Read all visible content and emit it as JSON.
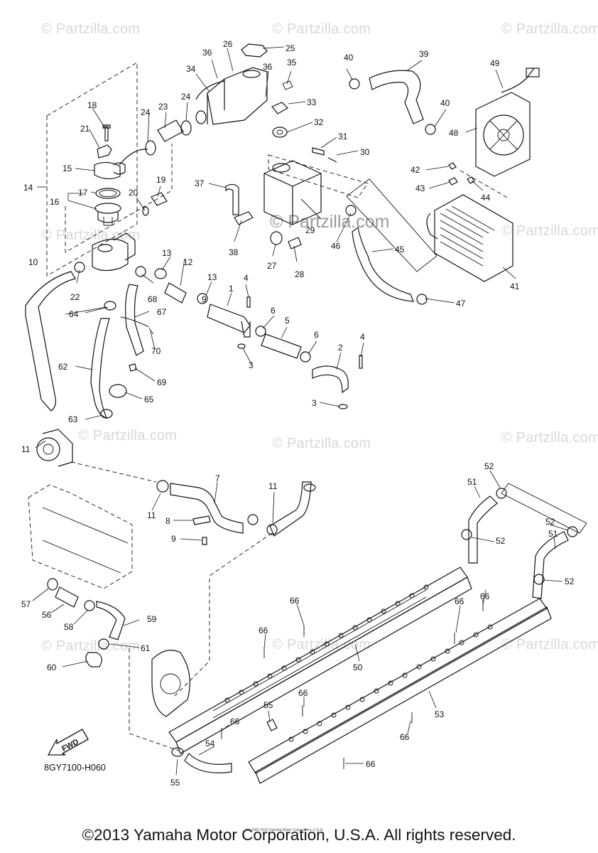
{
  "watermark": "© Partzilla.com",
  "watermark_center": "© Partzilla.com",
  "diagram_code": "8GY7100-H060",
  "fwd_label": "FWD",
  "small_copyright": "(c) 2005-2016 Yamaha Motor Corporation, U.S.A.",
  "footer_copyright": "©2013 Yamaha Motor Corporation, U.S.A. All rights reserved.",
  "callouts": [
    {
      "id": "c1",
      "label": "1"
    },
    {
      "id": "c2",
      "label": "2"
    },
    {
      "id": "c3a",
      "label": "3"
    },
    {
      "id": "c3b",
      "label": "3"
    },
    {
      "id": "c4a",
      "label": "4"
    },
    {
      "id": "c4b",
      "label": "4"
    },
    {
      "id": "c5",
      "label": "5"
    },
    {
      "id": "c6a",
      "label": "6"
    },
    {
      "id": "c6b",
      "label": "6"
    },
    {
      "id": "c7",
      "label": "7"
    },
    {
      "id": "c8",
      "label": "8"
    },
    {
      "id": "c9a",
      "label": "9"
    },
    {
      "id": "c9b",
      "label": "9"
    },
    {
      "id": "c10",
      "label": "10"
    },
    {
      "id": "c11a",
      "label": "11"
    },
    {
      "id": "c11b",
      "label": "11"
    },
    {
      "id": "c11c",
      "label": "11"
    },
    {
      "id": "c12",
      "label": "12"
    },
    {
      "id": "c13a",
      "label": "13"
    },
    {
      "id": "c13b",
      "label": "13"
    },
    {
      "id": "c14",
      "label": "14"
    },
    {
      "id": "c15",
      "label": "15"
    },
    {
      "id": "c16",
      "label": "16"
    },
    {
      "id": "c17",
      "label": "17"
    },
    {
      "id": "c18",
      "label": "18"
    },
    {
      "id": "c19",
      "label": "19"
    },
    {
      "id": "c20",
      "label": "20"
    },
    {
      "id": "c21",
      "label": "21"
    },
    {
      "id": "c22",
      "label": "22"
    },
    {
      "id": "c23",
      "label": "23"
    },
    {
      "id": "c24a",
      "label": "24"
    },
    {
      "id": "c24b",
      "label": "24"
    },
    {
      "id": "c25",
      "label": "25"
    },
    {
      "id": "c26",
      "label": "26"
    },
    {
      "id": "c27",
      "label": "27"
    },
    {
      "id": "c28",
      "label": "28"
    },
    {
      "id": "c29",
      "label": "29"
    },
    {
      "id": "c30",
      "label": "30"
    },
    {
      "id": "c31",
      "label": "31"
    },
    {
      "id": "c32",
      "label": "32"
    },
    {
      "id": "c33",
      "label": "33"
    },
    {
      "id": "c34",
      "label": "34"
    },
    {
      "id": "c35",
      "label": "35"
    },
    {
      "id": "c36a",
      "label": "36"
    },
    {
      "id": "c36b",
      "label": "36"
    },
    {
      "id": "c37",
      "label": "37"
    },
    {
      "id": "c38",
      "label": "38"
    },
    {
      "id": "c39",
      "label": "39"
    },
    {
      "id": "c40a",
      "label": "40"
    },
    {
      "id": "c40b",
      "label": "40"
    },
    {
      "id": "c41",
      "label": "41"
    },
    {
      "id": "c42",
      "label": "42"
    },
    {
      "id": "c43",
      "label": "43"
    },
    {
      "id": "c44",
      "label": "44"
    },
    {
      "id": "c45",
      "label": "45"
    },
    {
      "id": "c46",
      "label": "46"
    },
    {
      "id": "c47",
      "label": "47"
    },
    {
      "id": "c48",
      "label": "48"
    },
    {
      "id": "c49",
      "label": "49"
    },
    {
      "id": "c50",
      "label": "50"
    },
    {
      "id": "c51a",
      "label": "51"
    },
    {
      "id": "c51b",
      "label": "51"
    },
    {
      "id": "c52a",
      "label": "52"
    },
    {
      "id": "c52b",
      "label": "52"
    },
    {
      "id": "c52c",
      "label": "52"
    },
    {
      "id": "c52d",
      "label": "52"
    },
    {
      "id": "c53",
      "label": "53"
    },
    {
      "id": "c54",
      "label": "54"
    },
    {
      "id": "c55a",
      "label": "55"
    },
    {
      "id": "c55b",
      "label": "55"
    },
    {
      "id": "c56",
      "label": "56"
    },
    {
      "id": "c57",
      "label": "57"
    },
    {
      "id": "c58",
      "label": "58"
    },
    {
      "id": "c59",
      "label": "59"
    },
    {
      "id": "c60",
      "label": "60"
    },
    {
      "id": "c61",
      "label": "61"
    },
    {
      "id": "c62",
      "label": "62"
    },
    {
      "id": "c63",
      "label": "63"
    },
    {
      "id": "c64",
      "label": "64"
    },
    {
      "id": "c65",
      "label": "65"
    },
    {
      "id": "c66a",
      "label": "66"
    },
    {
      "id": "c66b",
      "label": "66"
    },
    {
      "id": "c66c",
      "label": "66"
    },
    {
      "id": "c66d",
      "label": "66"
    },
    {
      "id": "c66e",
      "label": "66"
    },
    {
      "id": "c66f",
      "label": "66"
    },
    {
      "id": "c66g",
      "label": "66"
    },
    {
      "id": "c66h",
      "label": "66"
    },
    {
      "id": "c67",
      "label": "67"
    },
    {
      "id": "c68",
      "label": "68"
    },
    {
      "id": "c69",
      "label": "69"
    },
    {
      "id": "c70",
      "label": "70"
    }
  ]
}
